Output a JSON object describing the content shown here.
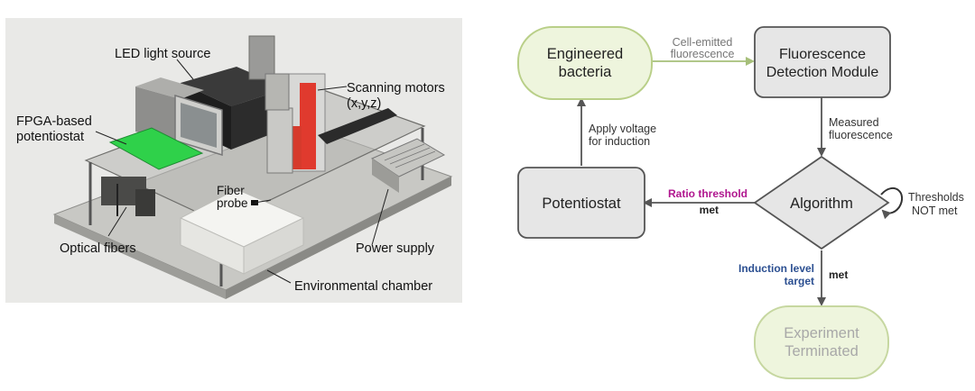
{
  "photo": {
    "labels": {
      "led": "LED light source",
      "scanning": "Scanning motors",
      "scanning_axes": "(x,y,z)",
      "fpga_1": "FPGA-based",
      "fpga_2": "potentiostat",
      "fiber_1": "Fiber",
      "fiber_2": "probe",
      "optical": "Optical fibers",
      "power": "Power supply",
      "env": "Environmental chamber"
    }
  },
  "flow": {
    "nodes": {
      "bacteria_1": "Engineered",
      "bacteria_2": "bacteria",
      "fdm_1": "Fluorescence",
      "fdm_2": "Detection Module",
      "potentiostat": "Potentiostat",
      "algorithm": "Algorithm",
      "terminated_1": "Experiment",
      "terminated_2": "Terminated"
    },
    "edges": {
      "cell_1": "Cell-emitted",
      "cell_2": "fluorescence",
      "measured_1": "Measured",
      "measured_2": "fluorescence",
      "apply_1": "Apply voltage",
      "apply_2": "for induction",
      "ratio": "Ratio threshold",
      "ratio_met": "met",
      "thresholds_1": "Thresholds",
      "thresholds_2": "NOT met",
      "induction_1": "Induction level",
      "induction_2": "target",
      "induction_met": "met"
    },
    "colors": {
      "green_fill": "#eef5dd",
      "green_stroke": "#b9cf88",
      "gray_fill": "#e6e6e6",
      "gray_stroke": "#555555",
      "green_arrow": "#a6bf7a",
      "ratio": "#b0168f",
      "induction": "#2b4f91",
      "faded_text": "#a8a8a8"
    }
  }
}
